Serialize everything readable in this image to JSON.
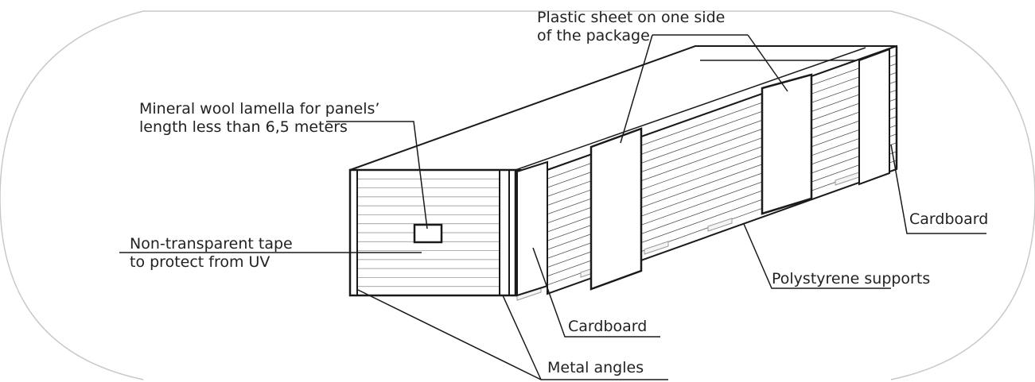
{
  "labels": {
    "plastic_sheet": [
      "Plastic sheet on one side",
      "of the package"
    ],
    "mineral_wool": [
      "Mineral wool lamella for panels’",
      "length less than 6,5 meters"
    ],
    "tape": [
      "Non-transparent tape",
      "to protect from UV"
    ],
    "cardboard_right": "Cardboard",
    "polystyrene": "Polystyrene supports",
    "cardboard_front": "Cardboard",
    "metal_angles": "Metal angles"
  },
  "colors": {
    "stroke": "#1a1a1a",
    "light": "#9a9a9a",
    "border": "#c8c8c8",
    "text": "#222222"
  }
}
